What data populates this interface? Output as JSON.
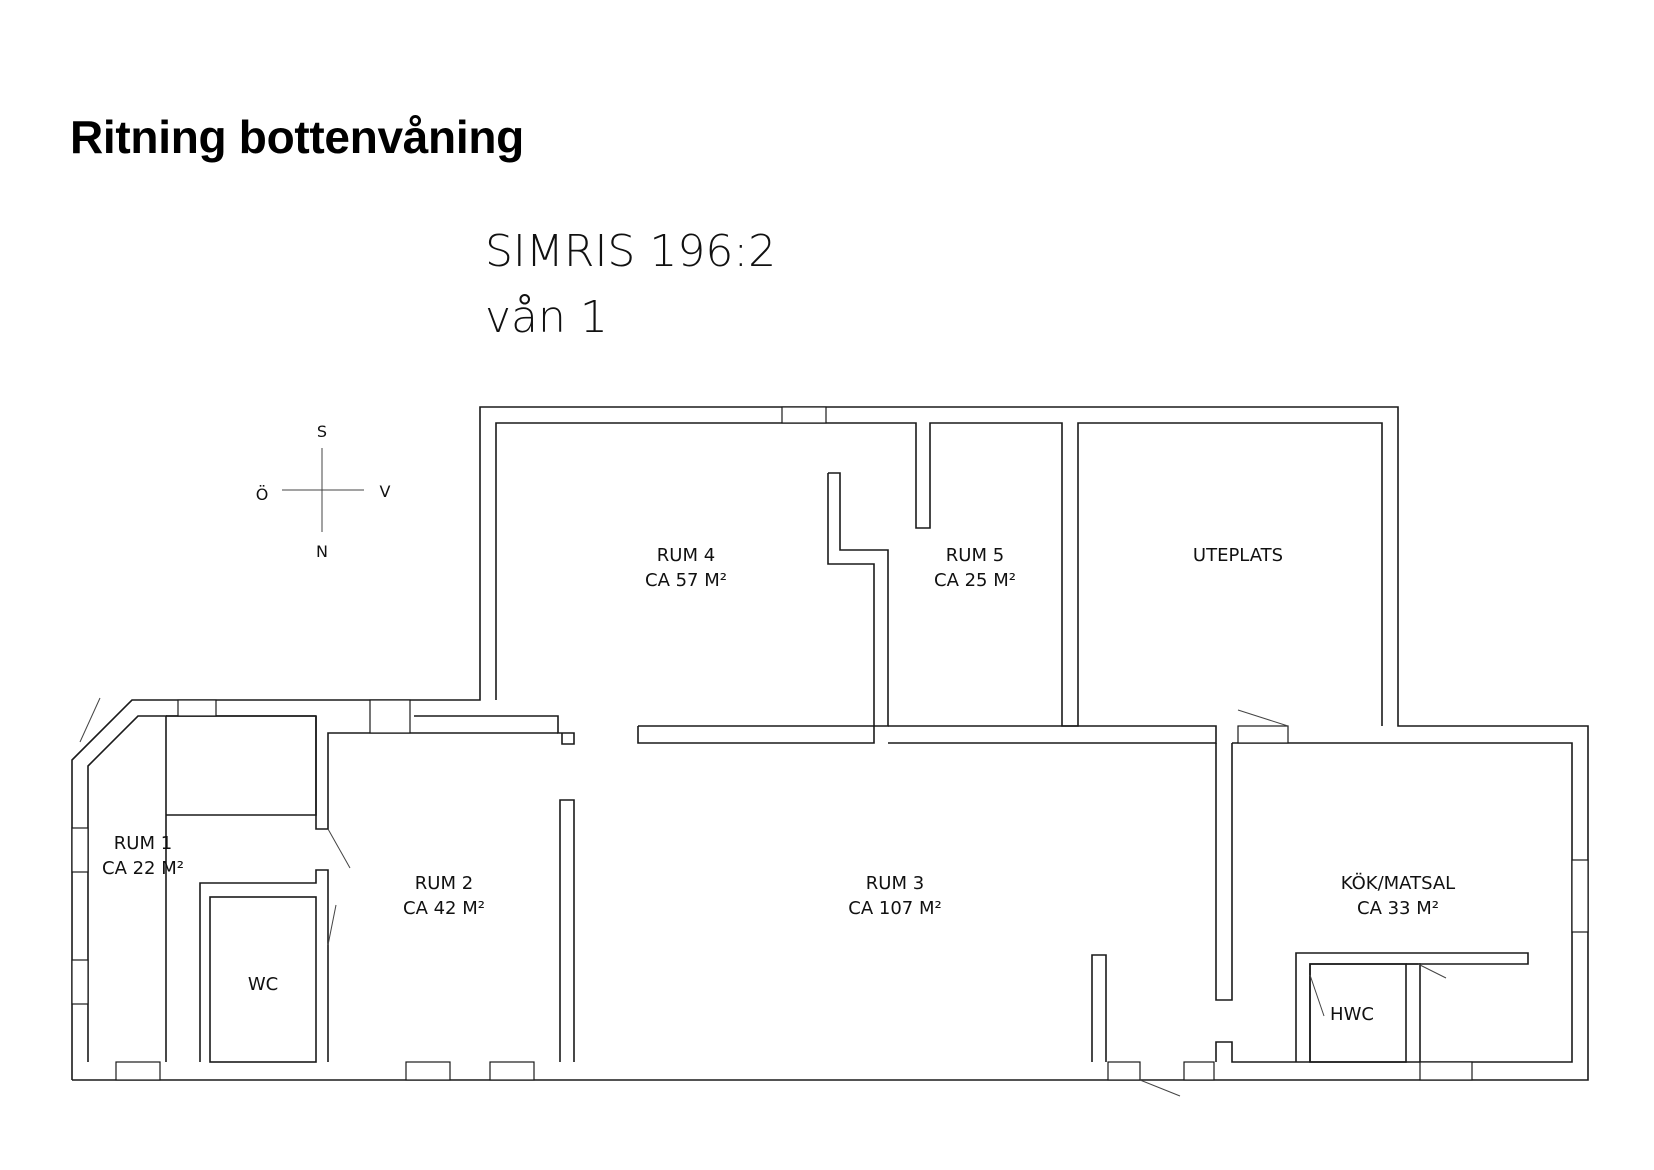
{
  "page_title": "Ritning bottenvåning",
  "plan": {
    "name": "SIMRIS 196:2",
    "floor": "vån 1"
  },
  "compass": {
    "south": "S",
    "east": "Ö",
    "west": "V",
    "north": "N"
  },
  "rooms": {
    "rum1": {
      "name": "RUM 1",
      "area": "CA 22 M²"
    },
    "rum2": {
      "name": "RUM 2",
      "area": "CA 42 M²"
    },
    "rum3": {
      "name": "RUM 3",
      "area": "CA 107 M²"
    },
    "rum4": {
      "name": "RUM 4",
      "area": "CA 57 M²"
    },
    "rum5": {
      "name": "RUM 5",
      "area": "CA 25 M²"
    },
    "uteplats": {
      "name": "UTEPLATS"
    },
    "kok": {
      "name": "KÖK/MATSAL",
      "area": "CA 33 M²"
    },
    "wc": {
      "name": "WC"
    },
    "hwc": {
      "name": "HWC"
    }
  }
}
